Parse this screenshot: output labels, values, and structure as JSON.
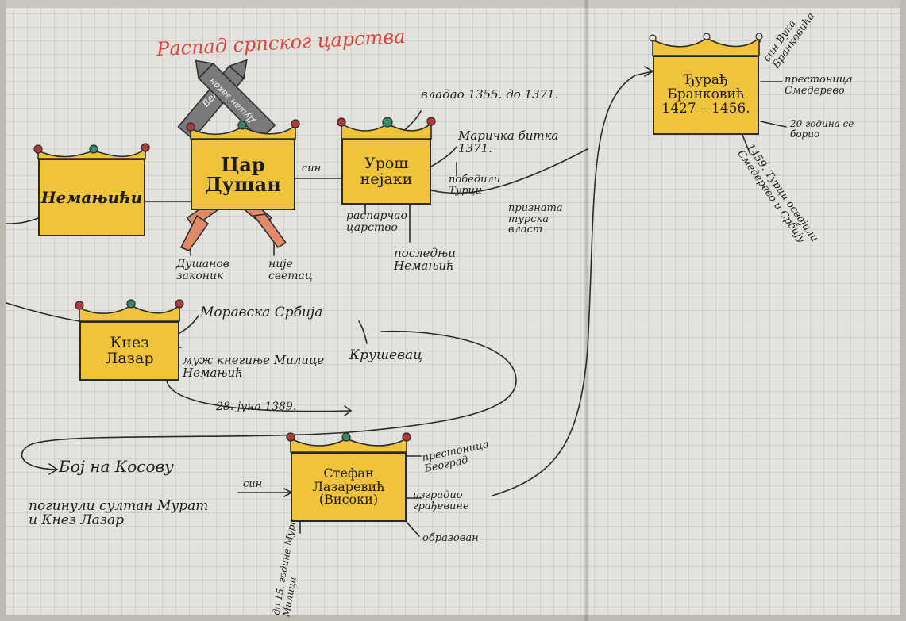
{
  "title": "Распад српског царства",
  "colors": {
    "crown_fill": "#f0c43a",
    "ink": "#1f1f1f",
    "title": "#d8453b",
    "jewel_red": "#b23a3a",
    "jewel_green": "#3a8a6a",
    "sword": "#e08a6a",
    "sword_blade": "#6e6e6e"
  },
  "swords": {
    "left_label": "Велики",
    "right_label": "Душан закон"
  },
  "rulers": {
    "nemanjici": {
      "name": "Немањићи"
    },
    "dusan": {
      "name": "Цар\nДушан",
      "notes": [
        "Душанов законик",
        "није светац"
      ]
    },
    "uros": {
      "name": "Урош\nнејаки",
      "reign": "владао 1355. до 1371.",
      "notes": [
        "Маричка битка 1371.",
        "победили Турци",
        "распарчао царство",
        "последњи Немањић",
        "призната турска власт"
      ]
    },
    "lazar": {
      "name": "Кнез\nЛазар",
      "notes": [
        "Моравска Србија",
        "Крушевац",
        "муж кнегиње Милице Немањић",
        "28. јуна 1389."
      ]
    },
    "kosovo": {
      "title": "Бој на Косову",
      "note": "погинули султан Мурат и Кнез Лазар"
    },
    "stefan": {
      "name": "Стефан\nЛазаревић\n(Високи)",
      "notes": [
        "престоница Београд",
        "изградио грађевине",
        "образован",
        "до 15. године Мура Милица"
      ]
    },
    "djuradj": {
      "name": "Ђурађ\nБранковић\n1427 – 1456.",
      "notes": [
        "син Вука Бранковића",
        "престоница Смедерево",
        "20 година се борио",
        "1459. Турци освојили Смедерево и Србију"
      ]
    }
  },
  "relations": {
    "son_1": "син",
    "son_2": "син"
  }
}
